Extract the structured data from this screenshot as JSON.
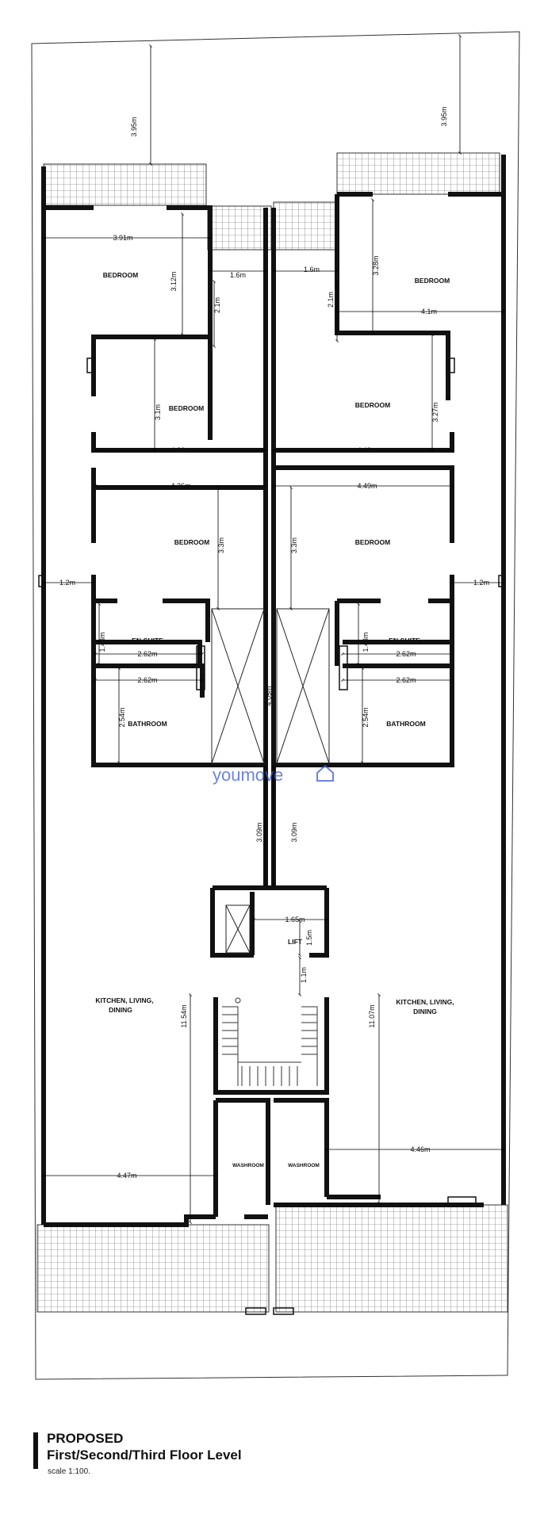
{
  "caption": {
    "title": "PROPOSED",
    "subtitle": "First/Second/Third Floor Level",
    "scale": "scale 1:100."
  },
  "watermark": {
    "text": "youmove",
    "color": "#3b5bd1"
  },
  "rooms": {
    "bedroom": "BEDROOM",
    "ensuite": "EN-SUITE",
    "bathroom": "BATHROOM",
    "lift": "LIFT",
    "washroom": "WASHROOM",
    "kitchen_line1": "KITCHEN, LIVING,",
    "kitchen_line2": "DINING"
  },
  "dimensions": {
    "top_left": "3.95m",
    "top_right": "3.95m",
    "bed1_left_width": "3.91m",
    "bed1_left_height": "3.12m",
    "bed1_right_width": "4.1m",
    "bed1_right_height": "3.28m",
    "corr_left_width": "1.6m",
    "corr_right_width": "1.6m",
    "corr_left_depth": "2.1m",
    "corr_right_depth": "2.1m",
    "bed2_left_height": "3.1m",
    "bed2_right_height": "3.27m",
    "bed2_left_width": "4.36m",
    "bed2_right_width": "4.49m",
    "bed3_left_width": "4.36m",
    "bed3_right_width": "4.49m",
    "bed3_left_height": "3.3m",
    "bed3_right_height": "3.3m",
    "side_left": "1.2m",
    "side_right": "1.2m",
    "ensuite_left_height": "1.43m",
    "ensuite_right_height": "1.43m",
    "ensuite_left_width": "2.62m",
    "ensuite_right_width": "2.62m",
    "bath_left_width": "2.62m",
    "bath_right_width": "2.62m",
    "bath_left_height": "2.54m",
    "bath_right_height": "2.54m",
    "shaft_height": "4.05m",
    "passage_left": "3.09m",
    "passage_right": "3.09m",
    "lift_width": "1.65m",
    "lift_height": "1.5m",
    "lift_gap": "1.1m",
    "kitchen_left_height": "11.54m",
    "kitchen_right_height": "11.07m",
    "kitchen_left_width": "4.47m",
    "kitchen_right_width": "4.46m"
  }
}
